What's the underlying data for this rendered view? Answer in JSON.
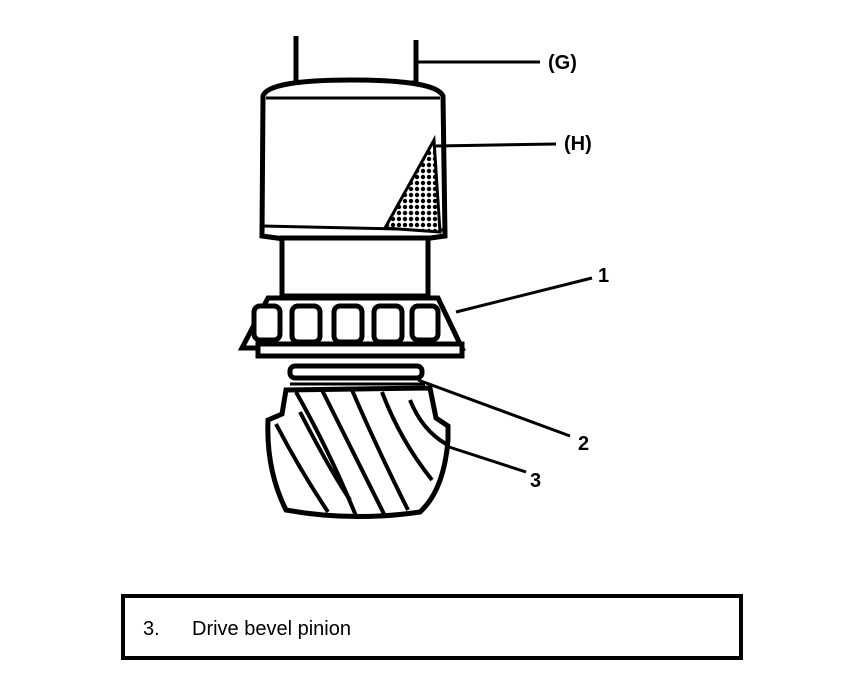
{
  "callouts": {
    "G": "(G)",
    "H": "(H)",
    "one": "1",
    "two": "2",
    "three": "3"
  },
  "legend": {
    "number": "3.",
    "text": "Drive bevel pinion"
  }
}
